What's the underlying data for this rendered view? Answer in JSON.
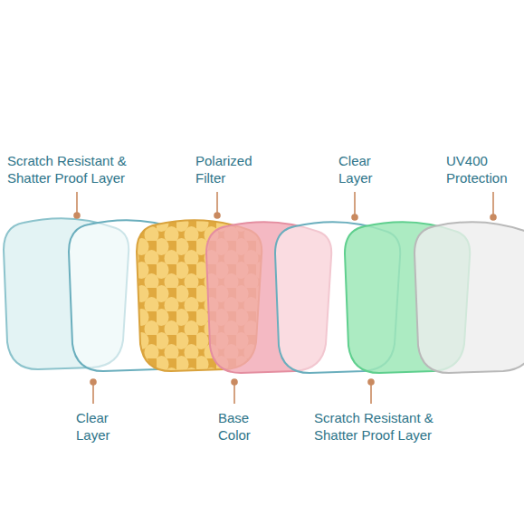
{
  "diagram": {
    "labels": [
      "Scratch Resistant & Shatter Proof Layer",
      "Polarized Filter",
      "Clear Layer",
      "UV400 Protection",
      "Clear Layer",
      "Base Color",
      "Scratch Resistant & Shatter Proof Layer"
    ]
  }
}
